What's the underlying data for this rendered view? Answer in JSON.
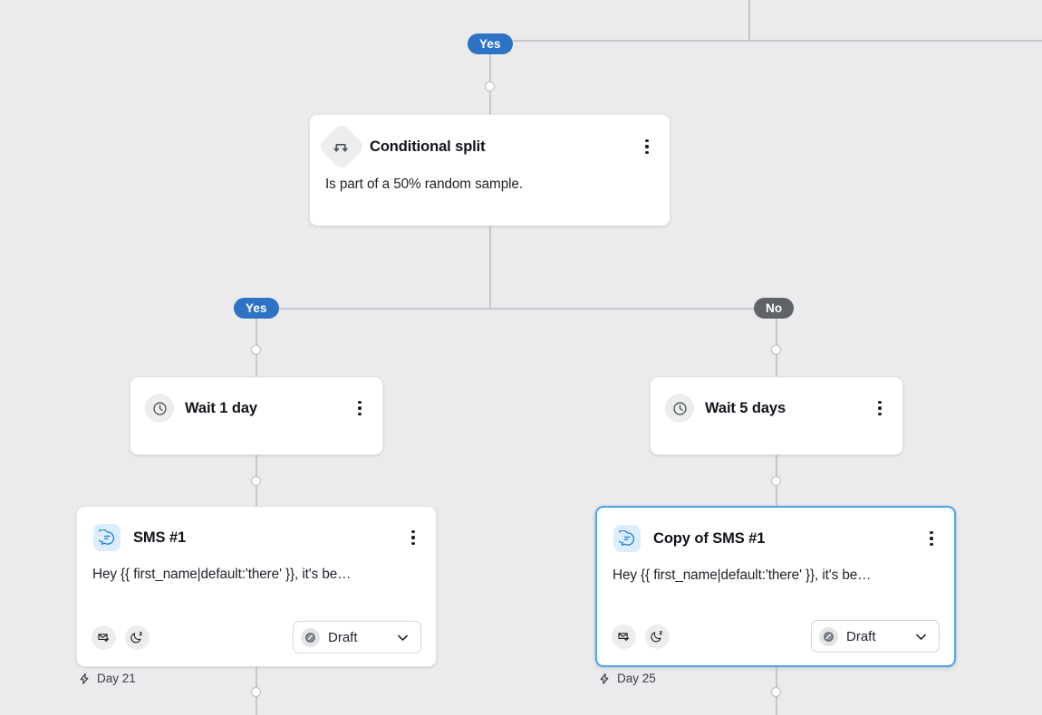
{
  "canvas": {
    "background_color": "#ebebed",
    "line_color": "#c4c6c9"
  },
  "branch_labels": {
    "top_yes": "Yes",
    "left_yes": "Yes",
    "right_no": "No",
    "yes_color": "#2d72c4",
    "no_color": "#5f6368"
  },
  "nodes": {
    "conditional_split": {
      "title": "Conditional split",
      "body": "Is part of a 50% random sample.",
      "icon": "split-arrow-icon",
      "menu": "more-options"
    },
    "wait_left": {
      "title": "Wait 1 day",
      "icon": "clock-icon",
      "menu": "more-options"
    },
    "wait_right": {
      "title": "Wait 5 days",
      "icon": "clock-icon",
      "menu": "more-options"
    },
    "sms_left": {
      "title": "SMS #1",
      "preview": "Hey {{ first_name|default:'there' }}, it's be…",
      "icon": "sms-bubble-icon",
      "menu": "more-options",
      "badges": [
        "smart-sending-icon",
        "quiet-hours-icon"
      ],
      "status": "Draft",
      "status_icon": "draft-pencil-icon",
      "day_label": "Day 21",
      "day_icon": "lightning-bolt-icon",
      "selected": false
    },
    "sms_right": {
      "title": "Copy of SMS #1",
      "preview": "Hey {{ first_name|default:'there' }}, it's be…",
      "icon": "sms-bubble-icon",
      "menu": "more-options",
      "badges": [
        "smart-sending-icon",
        "quiet-hours-icon"
      ],
      "status": "Draft",
      "status_icon": "draft-pencil-icon",
      "day_label": "Day 25",
      "day_icon": "lightning-bolt-icon",
      "selected": true,
      "selection_color": "#5ba4e5"
    }
  }
}
